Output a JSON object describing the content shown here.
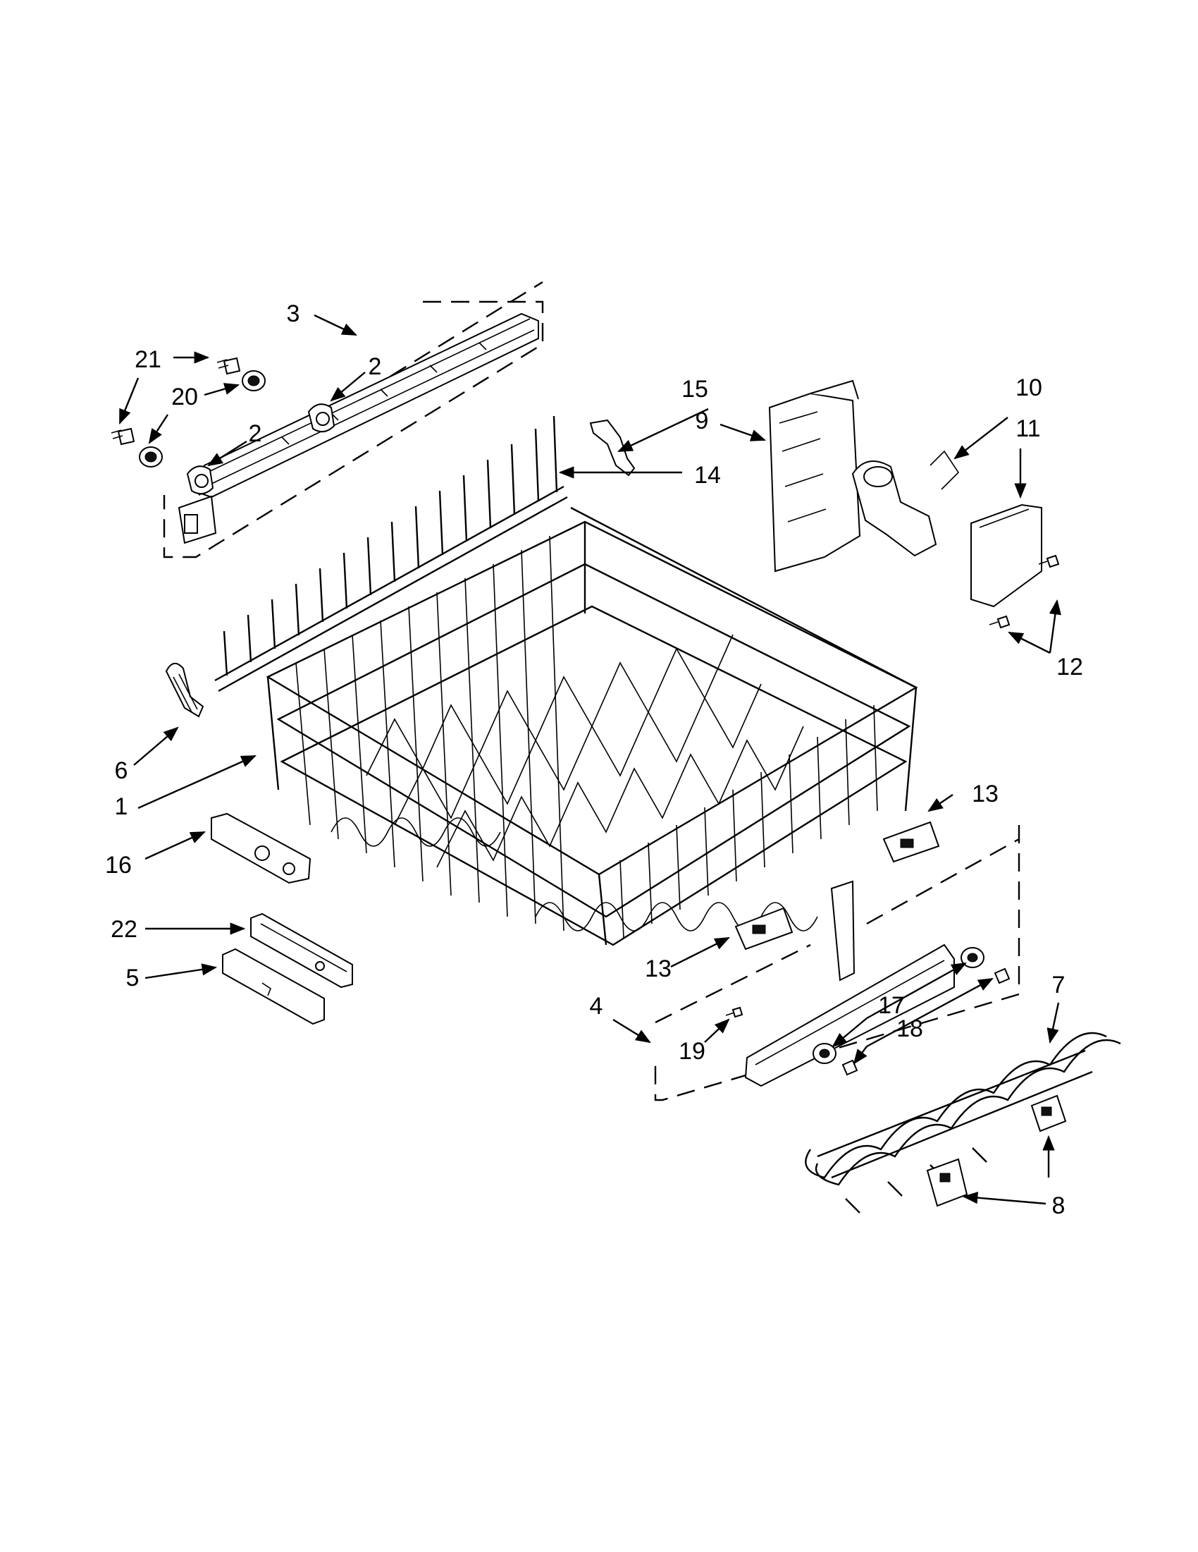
{
  "callouts": [
    {
      "id": "c1",
      "text": "1"
    },
    {
      "id": "c2a",
      "text": "2"
    },
    {
      "id": "c2b",
      "text": "2"
    },
    {
      "id": "c3",
      "text": "3"
    },
    {
      "id": "c4",
      "text": "4"
    },
    {
      "id": "c5",
      "text": "5"
    },
    {
      "id": "c6",
      "text": "6"
    },
    {
      "id": "c7",
      "text": "7"
    },
    {
      "id": "c8",
      "text": "8"
    },
    {
      "id": "c9",
      "text": "9"
    },
    {
      "id": "c10",
      "text": "10"
    },
    {
      "id": "c11",
      "text": "11"
    },
    {
      "id": "c12",
      "text": "12"
    },
    {
      "id": "c13a",
      "text": "13"
    },
    {
      "id": "c13b",
      "text": "13"
    },
    {
      "id": "c14",
      "text": "14"
    },
    {
      "id": "c15",
      "text": "15"
    },
    {
      "id": "c16",
      "text": "16"
    },
    {
      "id": "c17",
      "text": "17"
    },
    {
      "id": "c18",
      "text": "18"
    },
    {
      "id": "c19",
      "text": "19"
    },
    {
      "id": "c20",
      "text": "20"
    },
    {
      "id": "c21",
      "text": "21"
    },
    {
      "id": "c22",
      "text": "22"
    }
  ]
}
